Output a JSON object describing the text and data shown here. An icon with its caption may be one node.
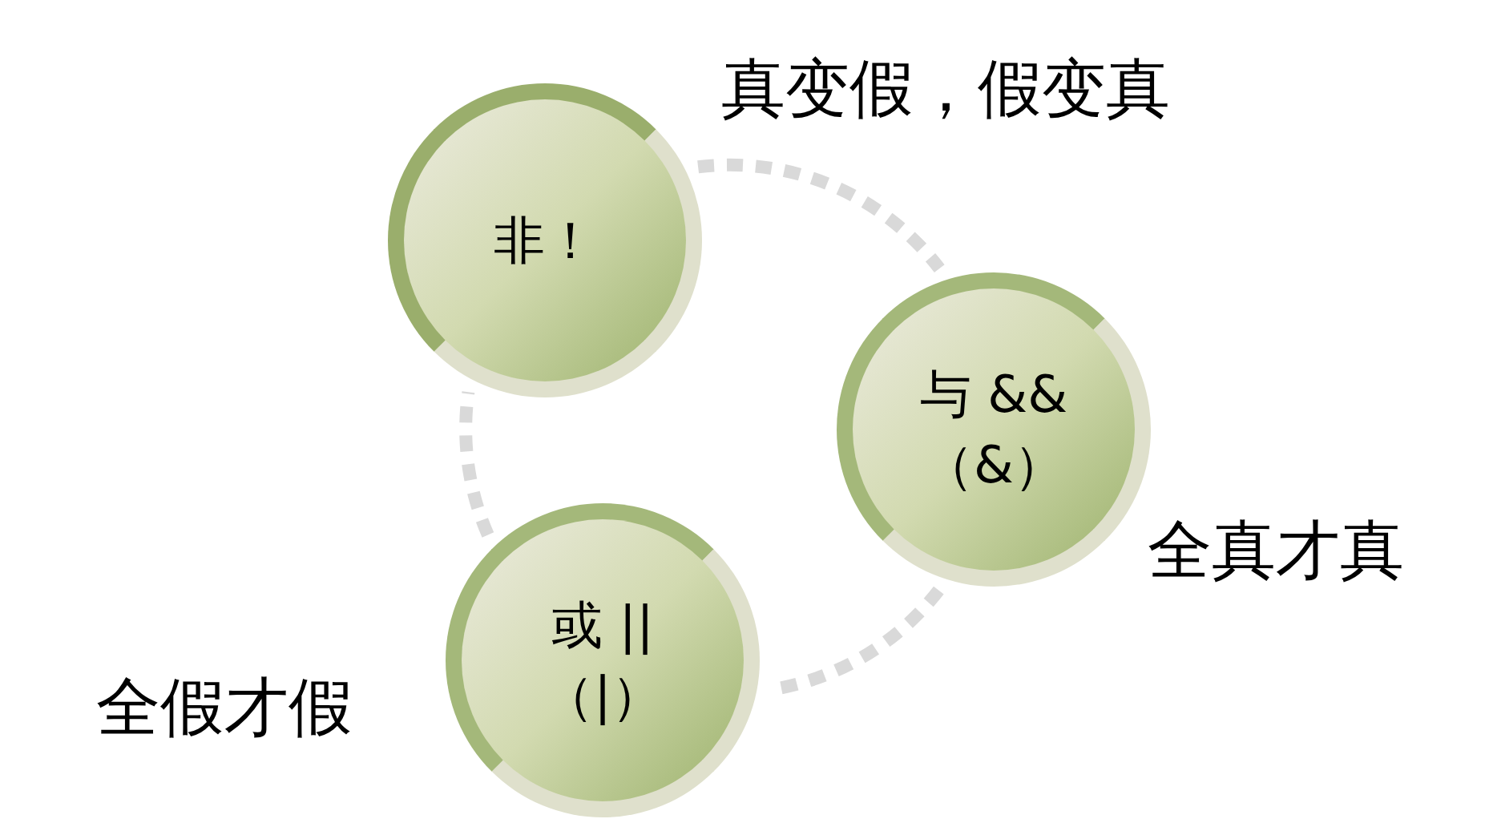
{
  "diagram": {
    "nodes": [
      {
        "text": [
          "非！"
        ],
        "beside": [
          "真变假，假变真"
        ]
      },
      {
        "text": [
          "与 &&（&）"
        ],
        "beside": [
          "全真才真"
        ]
      },
      {
        "text": [
          "或 ||（|）"
        ],
        "beside": [
          "全假才假"
        ]
      }
    ],
    "edges": [
      {
        "from": 0,
        "to": 1,
        "arrow": "none",
        "style": "dashed"
      },
      {
        "from": 1,
        "to": 2,
        "arrow": "none",
        "style": "dashed"
      },
      {
        "from": 2,
        "to": 0,
        "arrow": "none",
        "style": "dashed"
      }
    ]
  }
}
